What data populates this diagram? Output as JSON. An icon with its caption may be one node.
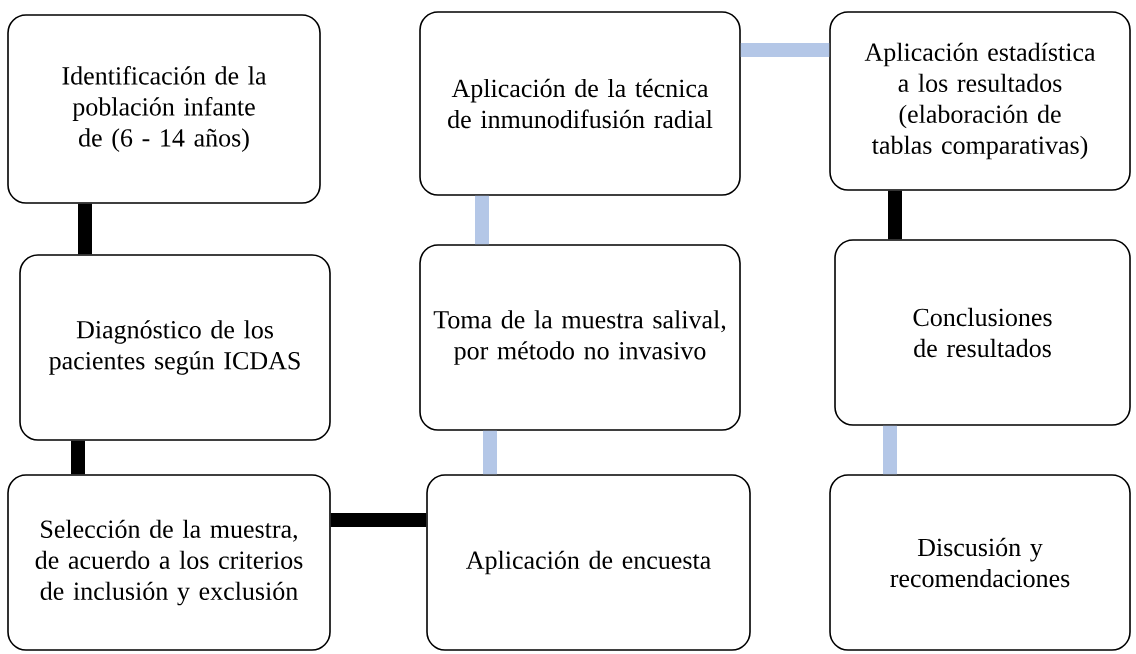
{
  "diagram": {
    "nodes": [
      {
        "text": [
          "Identificación de la población infante de (6 - 14 años)"
        ]
      },
      {
        "text": [
          "Diagnóstico de los pacientes según ICDAS"
        ]
      },
      {
        "text": [
          "Selección de la muestra, de acuerdo a los criterios de inclusión y exclusión"
        ]
      },
      {
        "text": [
          "Aplicación de encuesta"
        ]
      },
      {
        "text": [
          "Toma de la muestra salival, por método no invasivo"
        ]
      },
      {
        "text": [
          "Aplicación de la técnica de inmunodifusión radial"
        ]
      },
      {
        "text": [
          "Aplicación estadística a los resultados (elaboración de tablas comparativas)"
        ]
      },
      {
        "text": [
          "Conclusiones de resultados"
        ]
      },
      {
        "text": [
          "Discusión y recomendaciones"
        ]
      }
    ],
    "edges": [
      {
        "from": 0,
        "to": 1,
        "arrow": "none"
      },
      {
        "from": 1,
        "to": 2,
        "arrow": "none"
      },
      {
        "from": 2,
        "to": 3,
        "arrow": "none"
      },
      {
        "from": 3,
        "to": 4,
        "arrow": "none",
        "color": "#b4c7e7"
      },
      {
        "from": 4,
        "to": 5,
        "arrow": "none",
        "color": "#b4c7e7"
      },
      {
        "from": 5,
        "to": 6,
        "arrow": "none",
        "color": "#b4c7e7"
      },
      {
        "from": 6,
        "to": 7,
        "arrow": "none"
      },
      {
        "from": 7,
        "to": 8,
        "arrow": "none",
        "color": "#b4c7e7"
      }
    ]
  }
}
